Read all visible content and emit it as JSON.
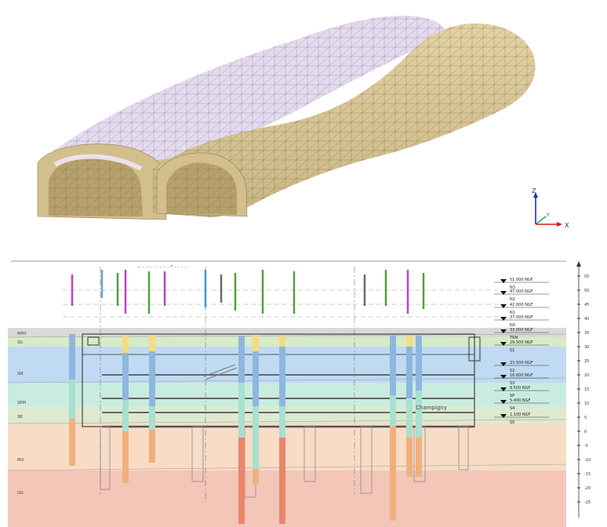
{
  "model": {
    "axis_labels": {
      "z": "Z",
      "x": "X",
      "y": "Y"
    },
    "colors": {
      "left_tube_roof": "#e6dcef",
      "tube": "#d8c89a",
      "tube_dark": "#c2ae78",
      "mesh": "#8a7a55"
    }
  },
  "section": {
    "header_text": "·· · · · · · · · ·  ³ · · · ·",
    "layer_codes": [
      "MPH",
      "SG",
      "SM",
      "SRM",
      "SB",
      "MO",
      "OG"
    ],
    "level_labels": [
      "51.000 NGF",
      "47.000 NGF",
      "42.000 NGF",
      "37.000 NGF",
      "33.000 NGF",
      "29.500 NGF",
      "23.500 NGF",
      "16.600 NGF",
      "9.500 NGF",
      "5.400 NGF",
      "1.100 NGF"
    ],
    "level_codes": [
      "N3",
      "N2",
      "N1",
      "N0",
      "TRN",
      "S1",
      "S2",
      "S3",
      "SP",
      "S4",
      "S5"
    ],
    "scale_ticks": [
      "55",
      "50",
      "45",
      "40",
      "35",
      "30",
      "25",
      "20",
      "15",
      "10",
      "5",
      "0",
      "-5",
      "-10",
      "-15",
      "-20",
      "-25"
    ],
    "station_label": "Champigny",
    "layer_colors": [
      "#d9d9d9",
      "#d6ecc4",
      "#bfdaf2",
      "#c9ece0",
      "#ddead0",
      "#f8dcc6",
      "#f3c6b8"
    ]
  }
}
